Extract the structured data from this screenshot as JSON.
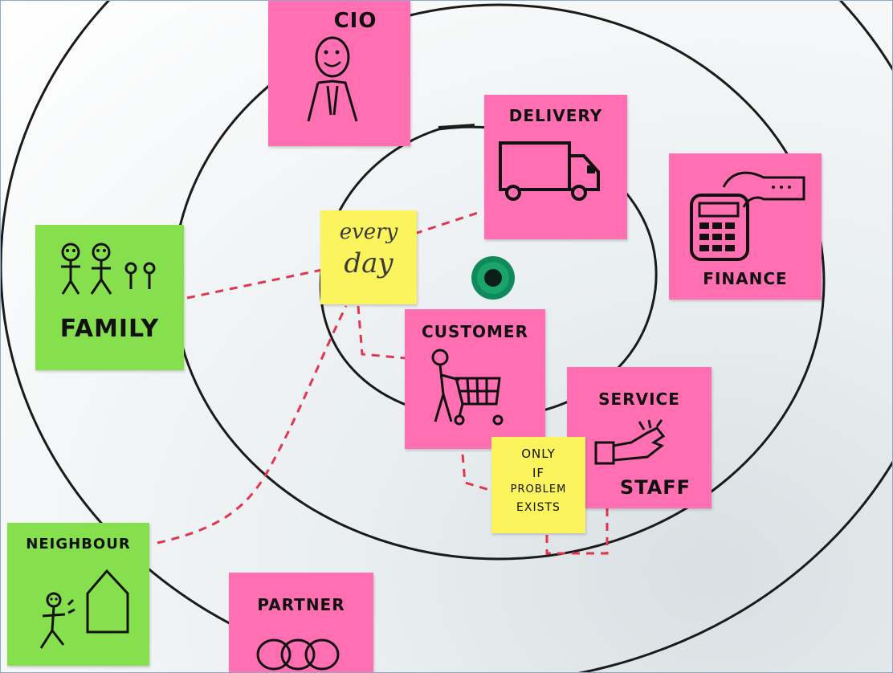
{
  "notes": {
    "cio": {
      "label": "CIO",
      "color": "#ff6fb1",
      "icon": "person-icon"
    },
    "delivery": {
      "label": "DELIVERY",
      "color": "#ff6fb1",
      "icon": "truck-icon"
    },
    "finance": {
      "label": "FINANCE",
      "color": "#ff6fb1",
      "icon": "card-terminal-icon"
    },
    "family": {
      "label": "FAMILY",
      "color": "#86e04e",
      "icon": "family-icon"
    },
    "everyday": {
      "line1": "every",
      "line2": "day",
      "color": "#fbf45c"
    },
    "customer": {
      "label": "CUSTOMER",
      "color": "#ff6fb1",
      "icon": "shopping-cart-icon"
    },
    "service": {
      "label_top": "SERVICE",
      "label_bottom": "STAFF",
      "color": "#ff6fb1",
      "icon": "helping-hand-icon"
    },
    "only_if": {
      "lines": [
        "ONLY",
        "IF",
        "PROBLEM",
        "EXISTS"
      ],
      "color": "#fbf45c"
    },
    "neighbour": {
      "label": "NEIGHBOUR",
      "color": "#86e04e",
      "icon": "house-icon"
    },
    "partner": {
      "label": "PARTNER",
      "color": "#ff6fb1",
      "icon": "rings-icon"
    }
  },
  "center_dot": {
    "color": "#0f8a5a",
    "icon": "bullseye-dot"
  },
  "rings_color": "#1b1b1b",
  "dashed_color": "#e0364f"
}
